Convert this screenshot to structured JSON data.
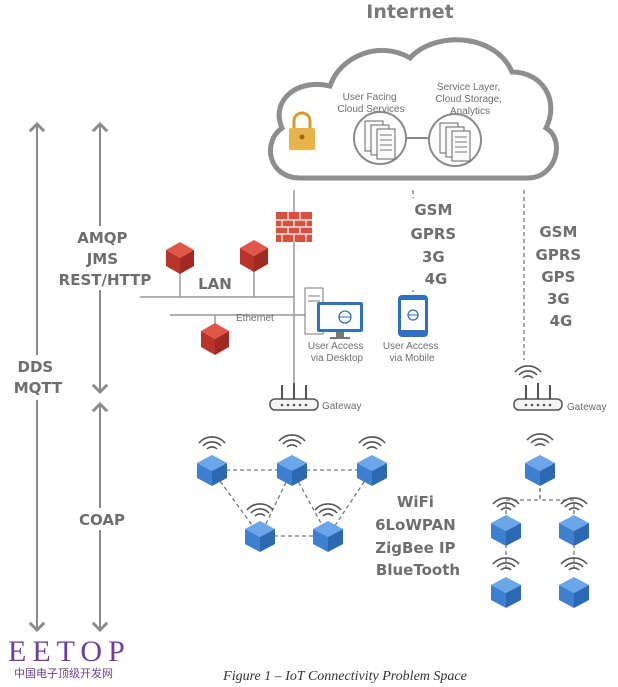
{
  "title": "Internet",
  "cloud": {
    "user_facing": [
      "User Facing",
      "Cloud Services"
    ],
    "service_layer": [
      "Service Layer,",
      "Cloud Storage,",
      "Analytics"
    ]
  },
  "left_arrows": {
    "outer": [
      "DDS",
      "MQTT"
    ],
    "upper": [
      "AMQP",
      "JMS",
      "REST/HTTP"
    ],
    "lower": [
      "COAP"
    ]
  },
  "lan_label": "LAN",
  "ethernet_label": "Ethernet",
  "desktop_label": [
    "User Access",
    "via Desktop"
  ],
  "mobile_label": [
    "User Access",
    "via Mobile"
  ],
  "mid_protocols": [
    "GSM",
    "GPRS",
    "3G",
    "4G"
  ],
  "right_protocols": [
    "GSM",
    "GPRS",
    "GPS",
    "3G",
    "4G"
  ],
  "gateway_label": "Gateway",
  "wireless_protocols": [
    "WiFi",
    "6LoWPAN",
    "ZigBee IP",
    "BlueTooth"
  ],
  "logo": {
    "main": "EETOP",
    "sub": "中国电子顶级开发网"
  },
  "caption": "Figure 1 – IoT Connectivity Problem Space",
  "colors": {
    "red_node": "#c0392b",
    "blue_node": "#3a7ccf",
    "lock": "#e8b34a",
    "grey": "#8a8a8a"
  }
}
